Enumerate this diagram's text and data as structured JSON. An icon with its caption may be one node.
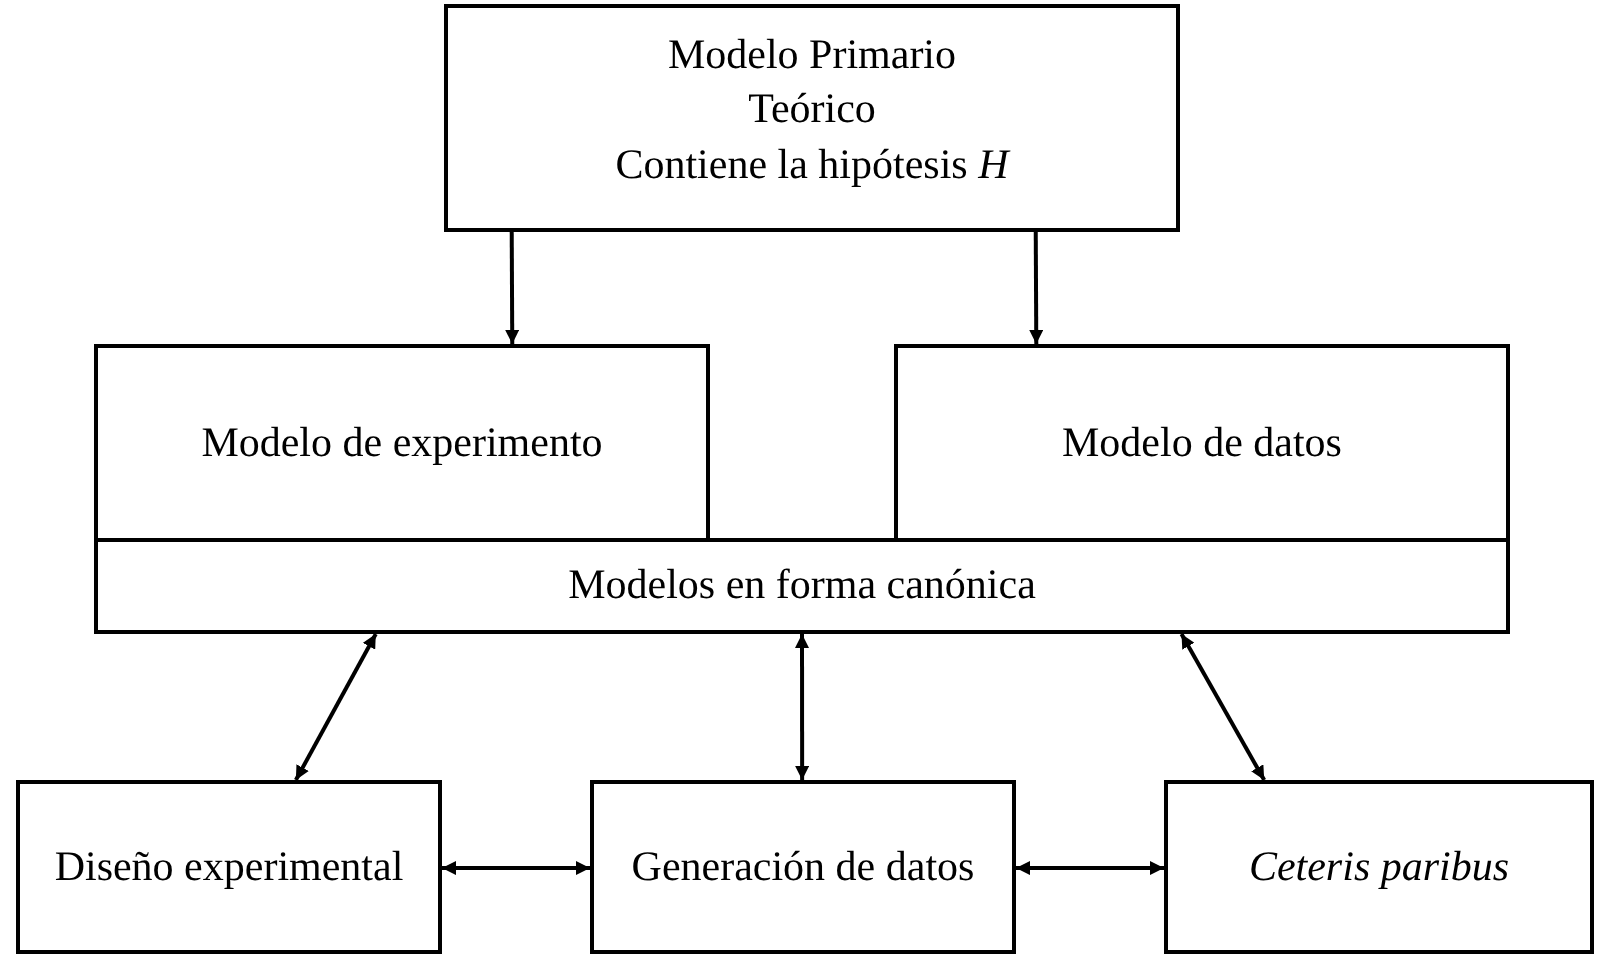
{
  "diagram": {
    "nodes": [
      {
        "text": [
          "Modelo Primario",
          "Teórico",
          "Contiene la hipótesis *H*"
        ]
      },
      {
        "text": [
          "Modelo de experimento"
        ]
      },
      {
        "text": [
          "Modelo de datos"
        ]
      },
      {
        "text": [
          "Modelos en forma canónica"
        ]
      },
      {
        "text": [
          "Diseño experimental"
        ]
      },
      {
        "text": [
          "Generación de datos"
        ]
      },
      {
        "text": [
          "Ceteris paribus"
        ]
      }
    ],
    "edges": [
      {
        "from": 0,
        "to": 1,
        "arrow": "to"
      },
      {
        "from": 0,
        "to": 2,
        "arrow": "to"
      },
      {
        "from": 3,
        "to": 4,
        "arrow": "both"
      },
      {
        "from": 3,
        "to": 5,
        "arrow": "both"
      },
      {
        "from": 3,
        "to": 6,
        "arrow": "both"
      },
      {
        "from": 4,
        "to": 5,
        "arrow": "both"
      },
      {
        "from": 5,
        "to": 6,
        "arrow": "both"
      }
    ]
  }
}
